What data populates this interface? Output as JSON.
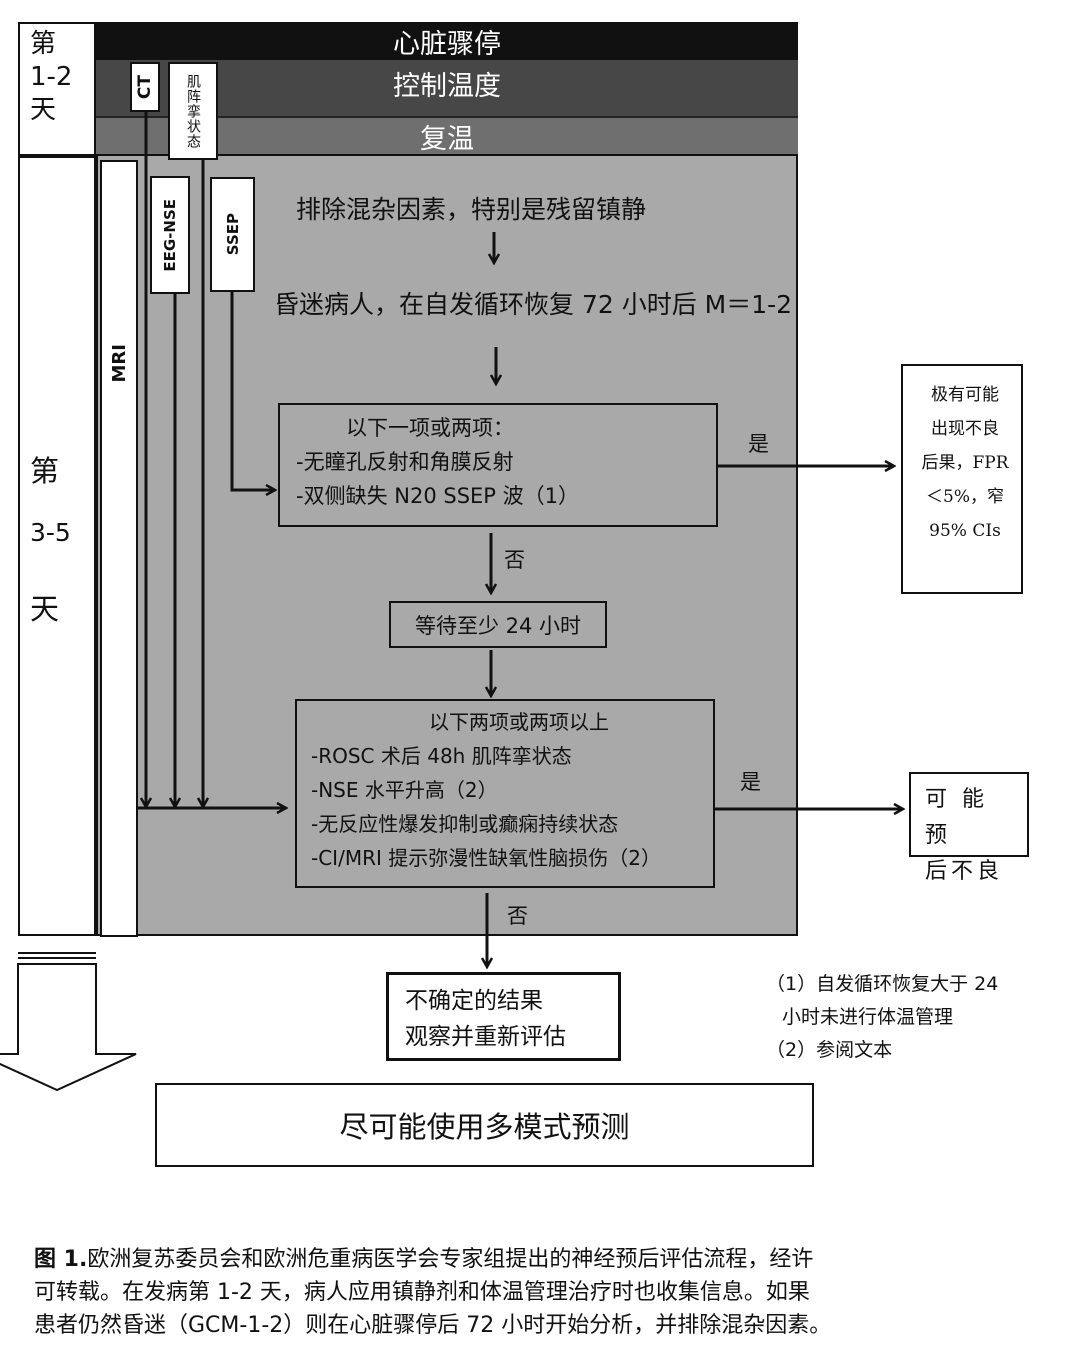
{
  "day_labels": {
    "days_1_2": [
      "第",
      "1-2",
      "天"
    ],
    "days_3_5": [
      "第",
      "3-5",
      "天"
    ]
  },
  "bars": {
    "cardiac_arrest": "心脏骤停",
    "temperature_control": "控制温度",
    "rewarming": "复温"
  },
  "side_tests": {
    "mri": "MRI",
    "ct": "CT",
    "myoclonus": "肌阵挛状态",
    "eeg_nse": "EEG-NSE",
    "ssep": "SSEP"
  },
  "steps": {
    "exclude_confounders": "排除混杂因素，特别是残留镇静",
    "comatose": "昏迷病人，在自发循环恢复 72 小时后 M＝1-2",
    "either_title": "以下一项或两项：",
    "either_items": [
      "-无瞳孔反射和角膜反射",
      "-双侧缺失 N20 SSEP 波（1）"
    ],
    "wait": "等待至少 24 小时",
    "two_title": "以下两项或两项以上",
    "two_items": [
      "-ROSC 术后 48h 肌阵挛状态",
      "-NSE 水平升高（2）",
      "-无反应性爆发抑制或癫痫持续状态",
      "-CI/MRI 提示弥漫性缺氧性脑损伤（2）"
    ]
  },
  "branch_labels": {
    "yes_1": "是",
    "no_1": "否",
    "yes_2": "是",
    "no_2": "否"
  },
  "outcomes": {
    "very_likely_poor": [
      "极有可能",
      "出现不良",
      "后果，FPR",
      "＜5%，窄",
      "95% CIs"
    ],
    "likely_poor": [
      "可 能 预",
      "后不良"
    ],
    "indeterminate": [
      "不确定的结果",
      "观察并重新评估"
    ],
    "multimodal": "尽可能使用多模式预测"
  },
  "notes": [
    "（1）自发循环恢复大于 24",
    "小时未进行体温管理",
    "（2）参阅文本"
  ],
  "caption": {
    "label": "图 1.",
    "lines": [
      "欧洲复苏委员会和欧洲危重病医学会专家组提出的神经预后评估流程，经许",
      "可转载。在发病第 1-2 天，病人应用镇静剂和体温管理治疗时也收集信息。如果",
      "患者仍然昏迷（GCM-1-2）则在心脏骤停后 72 小时开始分析，并排除混杂因素。"
    ]
  }
}
